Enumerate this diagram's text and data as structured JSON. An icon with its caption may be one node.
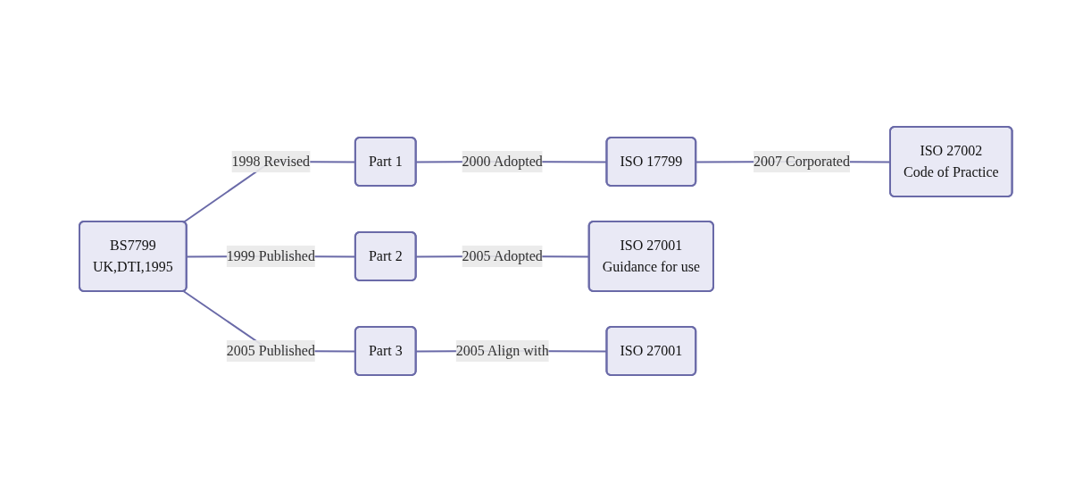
{
  "diagram": {
    "nodes": [
      {
        "text": [
          "BS7799",
          "UK,DTI,1995"
        ]
      },
      {
        "text": [
          "Part 1"
        ]
      },
      {
        "text": [
          "ISO 17799"
        ]
      },
      {
        "text": [
          "ISO 27002",
          "Code of Practice"
        ]
      },
      {
        "text": [
          "Part 2"
        ]
      },
      {
        "text": [
          "ISO 27001",
          "Guidance for use"
        ]
      },
      {
        "text": [
          "Part 3"
        ]
      },
      {
        "text": [
          "ISO 27001"
        ]
      }
    ],
    "edges": [
      {
        "from": 0,
        "to": 1,
        "arrow": "none",
        "label": "1998 Revised"
      },
      {
        "from": 1,
        "to": 2,
        "arrow": "none",
        "label": "2000 Adopted"
      },
      {
        "from": 2,
        "to": 3,
        "arrow": "none",
        "label": "2007 Corporated"
      },
      {
        "from": 0,
        "to": 4,
        "arrow": "none",
        "label": "1999 Published"
      },
      {
        "from": 4,
        "to": 5,
        "arrow": "none",
        "label": "2005 Adopted"
      },
      {
        "from": 0,
        "to": 6,
        "arrow": "none",
        "label": "2005 Published"
      },
      {
        "from": 6,
        "to": 7,
        "arrow": "none",
        "label": "2005 Align with"
      }
    ]
  }
}
